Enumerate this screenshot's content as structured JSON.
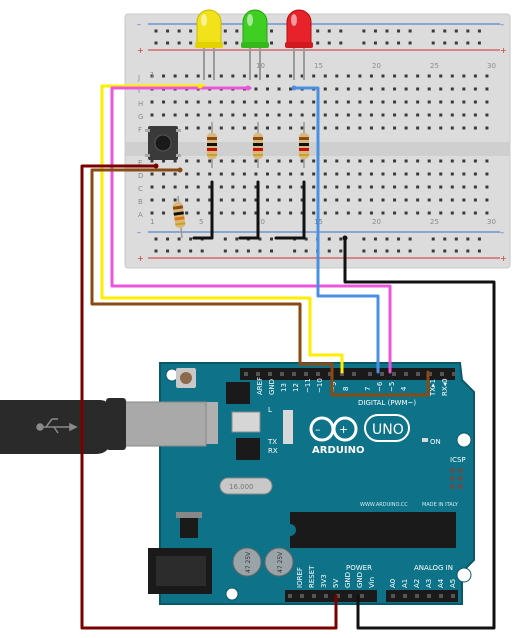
{
  "breadboard": {
    "row_letters_top": [
      "J",
      "I",
      "H",
      "G",
      "F"
    ],
    "row_letters_bottom": [
      "E",
      "D",
      "C",
      "B",
      "A"
    ],
    "column_numbers_top": [
      "10",
      "15",
      "20",
      "25",
      "30"
    ],
    "column_numbers_bottom": [
      "1",
      "5",
      "10",
      "15",
      "20",
      "25",
      "30"
    ],
    "column_number_left": "1"
  },
  "leds": [
    {
      "color_name": "yellow",
      "color": "#f2e21a"
    },
    {
      "color_name": "green",
      "color": "#3ecf22"
    },
    {
      "color_name": "red",
      "color": "#e8222a"
    }
  ],
  "wire_colors": {
    "yellow": "#ffee00",
    "pink": "#ee55dd",
    "blue": "#4a90e2",
    "brown": "#8a4a14",
    "dark_red": "#7a0000",
    "black": "#111111"
  },
  "arduino": {
    "brand": "ARDUINO",
    "model": "UNO",
    "digital_label": "DIGITAL (PWM~)",
    "tx_label": "TX",
    "rx_label": "RX",
    "tx_pin_label": "TX▸1",
    "rx_pin_label": "RX◂0",
    "icsp_label": "ICSP",
    "on_label": "ON",
    "l_label": "L",
    "website": "WWW.ARDUINO.CC",
    "made_in": "MADE IN ITALY",
    "power_label": "POWER",
    "analog_label": "ANALOG IN",
    "aref_label": "AREF",
    "gnd_label": "GND",
    "pin13": "13",
    "pin12": "12",
    "pin11": "~11",
    "pin10": "~10",
    "pin9": "~9",
    "pin8": "8",
    "pin7": "7",
    "pin6": "~6",
    "pin5": "~5",
    "pin4": "4",
    "crystal_label": "16.000",
    "ioref": "IOREF",
    "reset": "RESET",
    "v33": "3V3",
    "v5": "5V",
    "gnd1": "GND",
    "gnd2": "GND",
    "vin": "Vin",
    "a0": "A0",
    "a1": "A1",
    "a2": "A2",
    "a3": "A3",
    "a4": "A4",
    "a5": "A5",
    "cap_label": "47 25V"
  }
}
